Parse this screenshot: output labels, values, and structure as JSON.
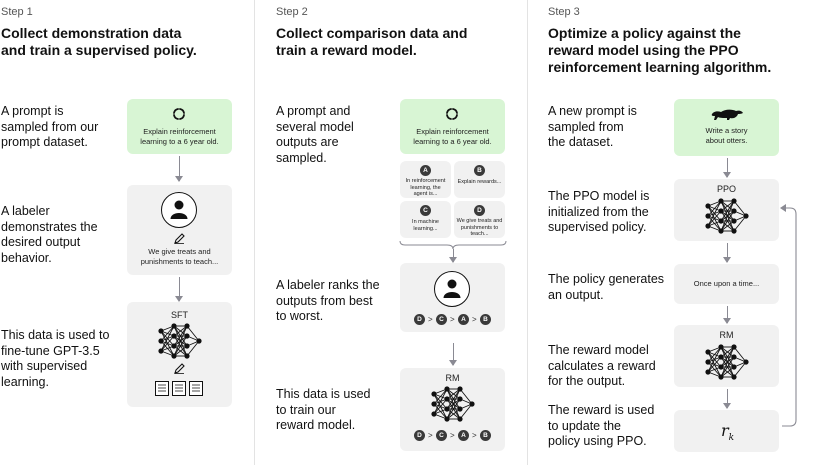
{
  "step1": {
    "label": "Step 1",
    "title": [
      "Collect demonstration data",
      "and train a supervised policy."
    ],
    "prompt_text": [
      "A prompt is",
      "sampled from our",
      "prompt dataset."
    ],
    "prompt_box": [
      "Explain reinforcement",
      "learning to a 6 year old."
    ],
    "labeler_text": [
      "A labeler",
      "demonstrates the",
      "desired output",
      "behavior."
    ],
    "labeler_box": [
      "We give treats and",
      "punishments to teach..."
    ],
    "data_text": [
      "This data is used to",
      "fine-tune GPT-3.5",
      "with supervised",
      "learning."
    ],
    "model_label": "SFT"
  },
  "step2": {
    "label": "Step 2",
    "title": [
      "Collect comparison data and",
      "train a reward model."
    ],
    "prompt_text": [
      "A prompt and",
      "several model",
      "outputs are",
      "sampled."
    ],
    "prompt_box": [
      "Explain reinforcement",
      "learning to a 6 year old."
    ],
    "outputs": [
      {
        "letter": "A",
        "text": [
          "In reinforcement",
          "learning, the",
          "agent is..."
        ]
      },
      {
        "letter": "B",
        "text": [
          "Explain rewards..."
        ]
      },
      {
        "letter": "C",
        "text": [
          "In machine",
          "learning..."
        ]
      },
      {
        "letter": "D",
        "text": [
          "We give treats and",
          "punishments to",
          "teach..."
        ]
      }
    ],
    "rank_text": [
      "A labeler ranks the",
      "outputs from best",
      "to worst."
    ],
    "ranking": [
      "D",
      "C",
      "A",
      "B"
    ],
    "data_text": [
      "This data is used",
      "to train our",
      "reward model."
    ],
    "model_label": "RM"
  },
  "step3": {
    "label": "Step 3",
    "title": [
      "Optimize a policy against the",
      "reward model using the PPO",
      "reinforcement learning algorithm."
    ],
    "prompt_text": [
      "A new prompt is",
      "sampled from",
      "the dataset."
    ],
    "prompt_box": [
      "Write a story",
      "about otters."
    ],
    "ppo_text": [
      "The PPO model is",
      "initialized from the",
      "supervised policy."
    ],
    "ppo_label": "PPO",
    "gen_text": [
      "The policy generates",
      "an output."
    ],
    "gen_box": "Once upon a time...",
    "rm_text": [
      "The reward model",
      "calculates a reward",
      "for the output."
    ],
    "rm_label": "RM",
    "update_text": [
      "The reward is used",
      "to update the",
      "policy using PPO."
    ],
    "reward_symbol": "r",
    "reward_sub": "k"
  },
  "icons": [
    "loop-arrows-icon",
    "person-icon",
    "pencil-icon",
    "document-icon",
    "neural-net-icon",
    "otter-icon"
  ]
}
